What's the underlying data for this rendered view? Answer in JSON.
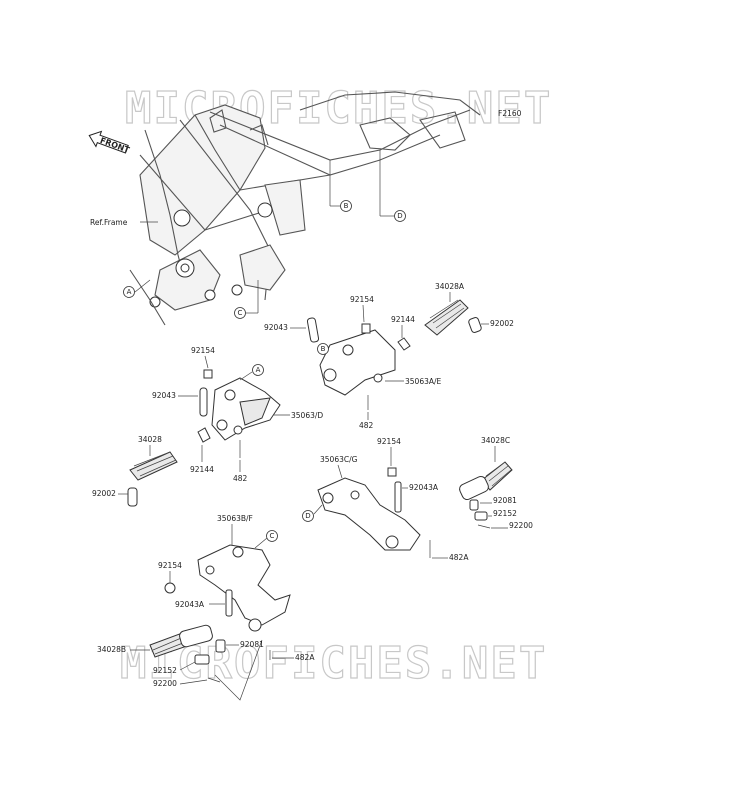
{
  "watermark": "MICROFICHES.NET",
  "front_label": "FRONT",
  "ref_frame": "Ref.Frame",
  "figure_code": "F2160",
  "callouts": {
    "A": "A",
    "B": "B",
    "C": "C",
    "D": "D"
  },
  "parts": {
    "p92154_a": "92154",
    "p92043_a": "92043",
    "p92144_a": "92144",
    "p34028a": "34028A",
    "p92002_a": "92002",
    "p35063ae": "35063A/E",
    "p482_a": "482",
    "p92154_b": "92154",
    "p92043_b": "92043",
    "p35063d": "35063/D",
    "p34028": "34028",
    "p92144_b": "92144",
    "p482_b": "482",
    "p92002_b": "92002",
    "p92154_c": "92154",
    "p35063cg": "35063C/G",
    "p92043a_a": "92043A",
    "p34028c": "34028C",
    "p92081_a": "92081",
    "p92152_a": "92152",
    "p92200_a": "92200",
    "p482a_a": "482A",
    "p35063bf": "35063B/F",
    "p92154_d": "92154",
    "p92043a_b": "92043A",
    "p34028b": "34028B",
    "p92081_b": "92081",
    "p482a_b": "482A",
    "p92152_b": "92152",
    "p92200_b": "92200"
  }
}
